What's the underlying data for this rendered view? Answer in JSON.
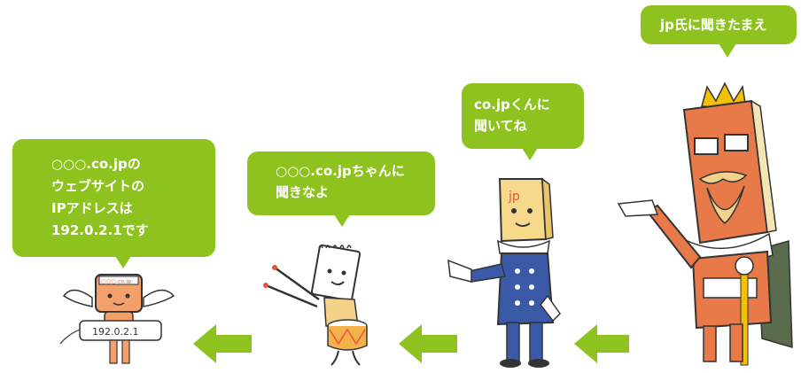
{
  "bubbles": {
    "king": {
      "lines": [
        "jp氏に聞きたまえ"
      ]
    },
    "copjp": {
      "lines": [
        "co.jpくんに",
        "聞いてね"
      ]
    },
    "drummer": {
      "lines": [
        "○○○.co.jpちゃんに",
        "聞きなよ"
      ]
    },
    "angel": {
      "lines": [
        "○○○.co.jpの",
        "ウェブサイトの",
        "IPアドレスは",
        "192.0.2.1です"
      ]
    }
  },
  "figures": {
    "jp_book_label": "jp",
    "angel_head_label": "○○○.co.jp",
    "angel_tag_label": "192.0.2.1"
  },
  "colors": {
    "bubble": "#8dc21f",
    "arrow": "#8dc21f",
    "text": "#ffffff"
  },
  "icons": [
    "king-jp-character",
    "co-jp-character",
    "drummer-character",
    "angel-character",
    "left-arrow-icon"
  ]
}
